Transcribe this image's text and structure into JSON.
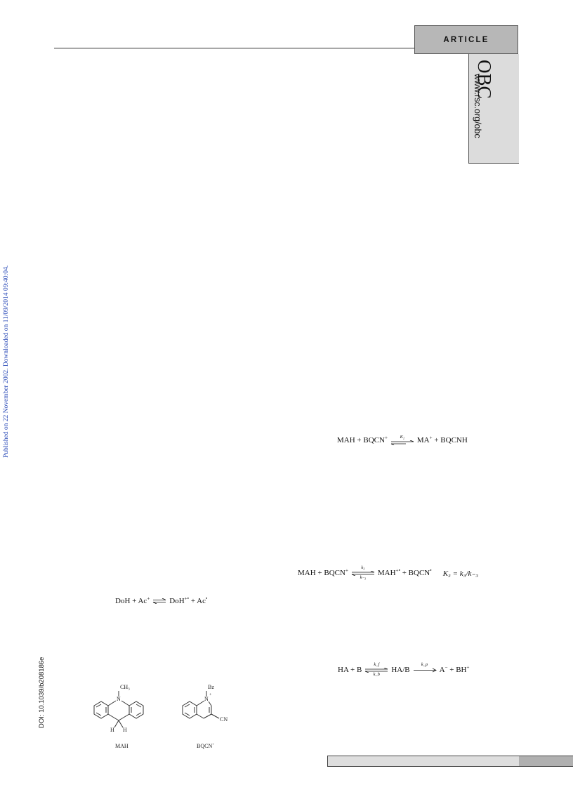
{
  "header": {
    "article_label": "ARTICLE",
    "journal_title": "OBC",
    "journal_url": "www.rsc.org/obc"
  },
  "sidebar": {
    "published_note": "Published on 22 November 2002. Downloaded on 11/09/2014 09:40:04.",
    "doi": "DOI: 10.1039/b208186e"
  },
  "equations": {
    "eq1": {
      "left": "MAH + BQCN",
      "left_sup": "+",
      "constant": "K₂",
      "right": "MA",
      "right_sup": "+",
      "right2": " + BQCNH"
    },
    "eq2": {
      "left": "MAH + BQCN",
      "left_sup": "+",
      "k_forward": "k₃",
      "k_reverse": "k₋₃",
      "right": "MAH",
      "right_sup": "+•",
      "right2": " +  BQCN",
      "right2_sup": "•",
      "constant_expr": "K₃ = k₃/k₋₃"
    },
    "eq3": {
      "left": "DoH + Ac",
      "left_sup": "+",
      "right": "DoH",
      "right_sup": "+•",
      "right2": " + Ac",
      "right2_sup": "•"
    },
    "eq4": {
      "left": "HA + B",
      "k_forward": "k_f",
      "k_reverse": "k_b",
      "middle": "HA/B",
      "k_third": "k_p",
      "right": "A",
      "right_sup": "−",
      "right2": " + BH",
      "right2_sup": "+"
    }
  },
  "structures": {
    "mah": {
      "label": "MAH",
      "substituent_top": "CH₃",
      "atom_n": "N",
      "h_left": "H",
      "h_right": "H"
    },
    "bqcn": {
      "label": "BQCN",
      "label_sup": "+",
      "substituent_top": "Bz",
      "atom_n": "N",
      "charge": "+",
      "substituent_right": "CN"
    }
  }
}
